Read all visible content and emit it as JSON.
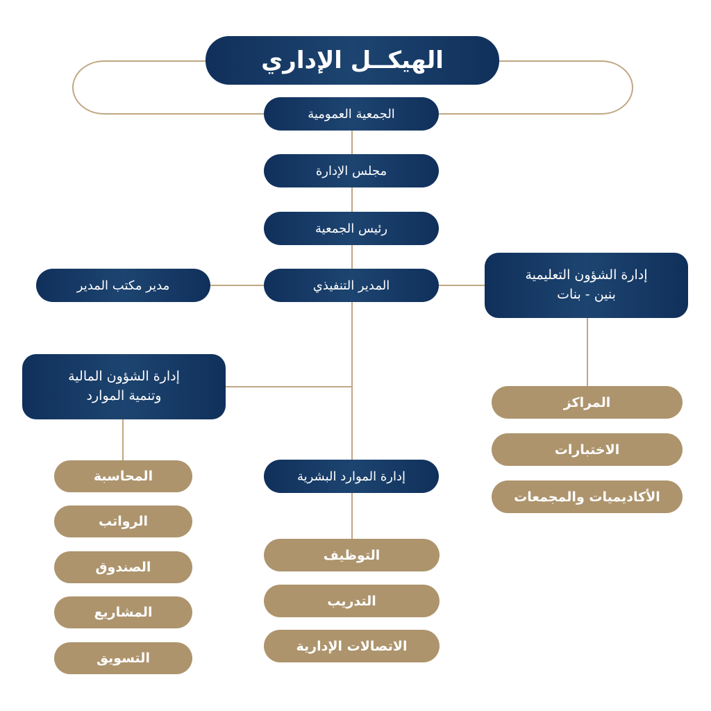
{
  "title": "الهيكــل الإداري",
  "colors": {
    "navy": "#10305b",
    "gold": "#ad946d",
    "line": "#bfa784",
    "background": "#ffffff"
  },
  "nodes": {
    "general_assembly": "الجمعية العمومية",
    "board": "مجلس الإدارة",
    "chairman": "رئيس الجمعية",
    "executive_director": "المدير التنفيذي",
    "office_manager": "مدير مكتب المدير",
    "education_affairs": "إدارة الشؤون التعليمية\nبنين - بنات",
    "financial_affairs": "إدارة الشؤون المالية\nوتنمية الموارد",
    "human_resources": "إدارة الموارد البشرية"
  },
  "finance_units": [
    "المحاسبة",
    "الرواتب",
    "الصندوق",
    "المشاريع",
    "التسويق"
  ],
  "hr_units": [
    "التوظيف",
    "التدريب",
    "الاتصالات الإدارية"
  ],
  "education_units": [
    "المراكز",
    "الاختبارات",
    "الأكاديميات والمجمعات"
  ]
}
